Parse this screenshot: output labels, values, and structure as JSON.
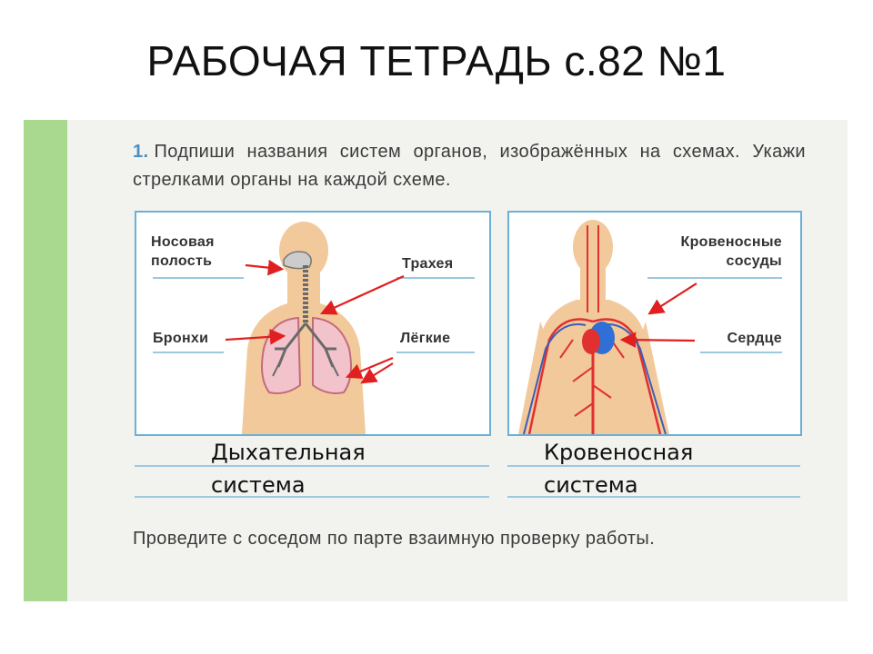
{
  "slide": {
    "title": "РАБОЧАЯ ТЕТРАДЬ с.82 №1"
  },
  "task": {
    "number": "1.",
    "text": "Подпиши названия систем органов, изображённых на схемах. Укажи стрелками органы на каждой схеме."
  },
  "respiratory_panel": {
    "labels": {
      "nasal_line1": "Носовая",
      "nasal_line2": "полость",
      "trachea": "Трахея",
      "bronchi": "Бронхи",
      "lungs": "Лёгкие"
    },
    "answer_line1": "Дыхательная",
    "answer_line2": "система"
  },
  "circulatory_panel": {
    "labels": {
      "vessels_line1": "Кровеносные",
      "vessels_line2": "сосуды",
      "heart": "Сердце"
    },
    "answer_line1": "Кровеносная",
    "answer_line2": "система"
  },
  "check": {
    "text": "Проведите с соседом по парте взаимную проверку работы."
  },
  "colors": {
    "margin_green": "#a9d88f",
    "frame_blue": "#6bb0d6",
    "arrow_red": "#e02020",
    "body_skin": "#f2c99b"
  }
}
